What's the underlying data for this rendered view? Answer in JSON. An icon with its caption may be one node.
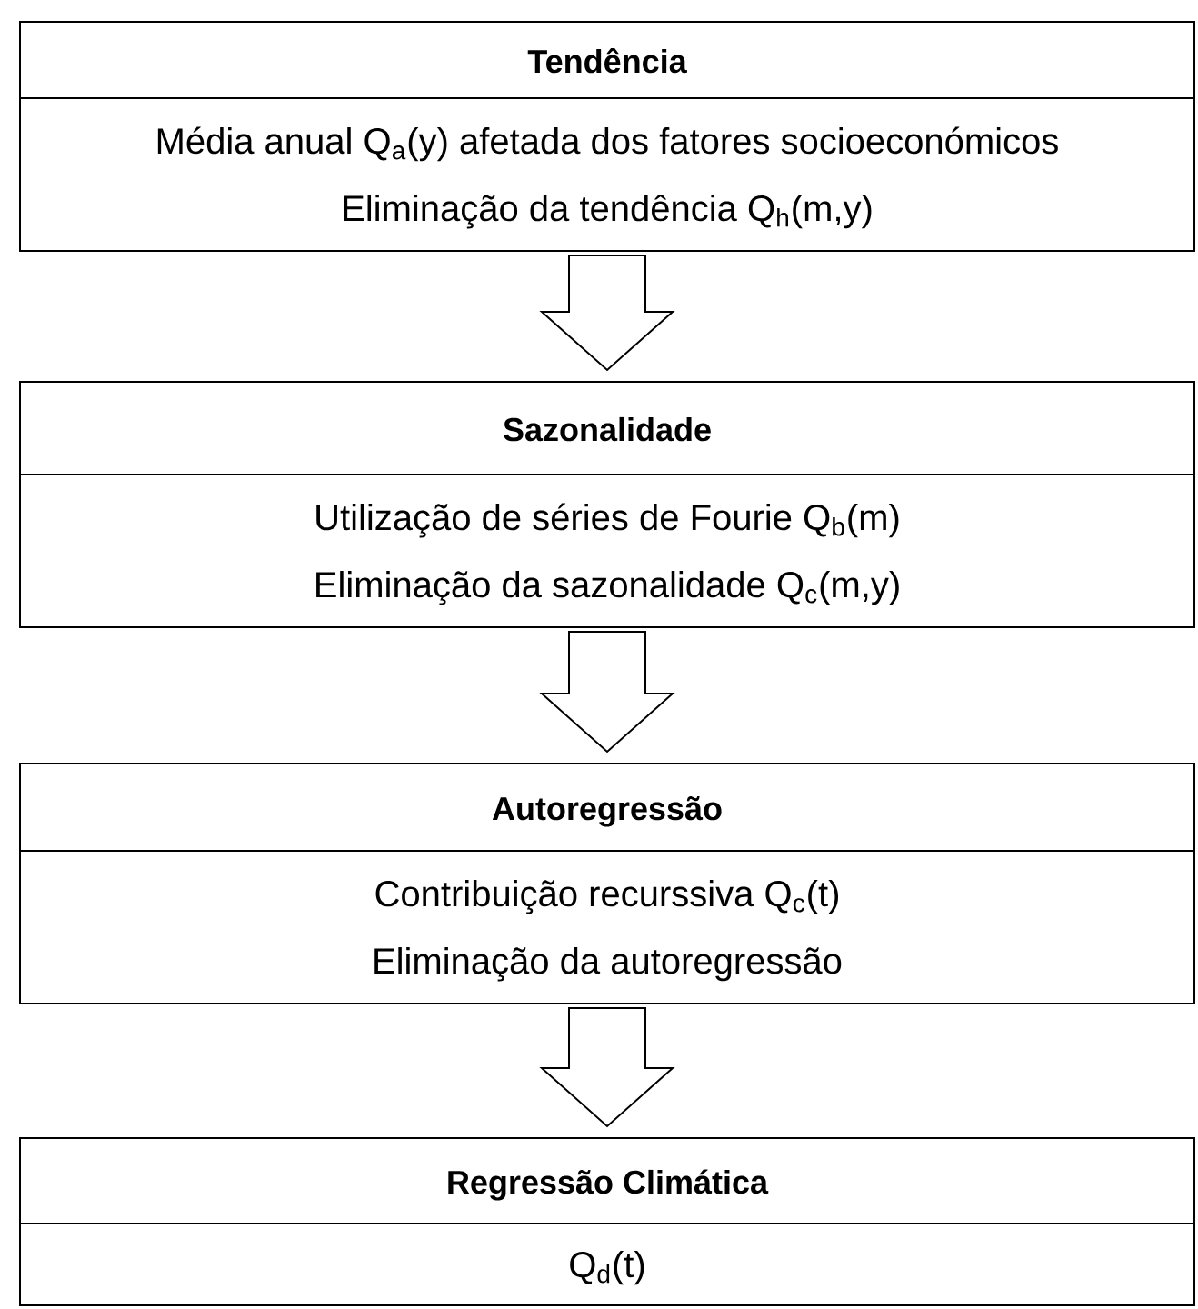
{
  "diagram": {
    "nodes": [
      {
        "text": [
          "Tendência",
          "Média anual Q$_{a}$(y) afetada dos fatores socioeconómicos",
          "Eliminação da tendência Q$_{h}$(m,y)"
        ]
      },
      {
        "text": [
          "Sazonalidade",
          "Utilização de séries de Fourie Q$_{b}$(m)",
          "Eliminação da sazonalidade Q$_{c}$(m,y)"
        ]
      },
      {
        "text": [
          "Autoregressão",
          "Contribuição recurssiva Q$_{c}$(t)",
          "Eliminação da autoregressão"
        ]
      },
      {
        "text": [
          "Regressão Climática",
          "Q$_{d}$(t)"
        ]
      }
    ],
    "edges": [
      {
        "from": 0,
        "to": 1,
        "arrow": "to"
      },
      {
        "from": 1,
        "to": 2,
        "arrow": "to"
      },
      {
        "from": 2,
        "to": 3,
        "arrow": "to"
      }
    ]
  }
}
